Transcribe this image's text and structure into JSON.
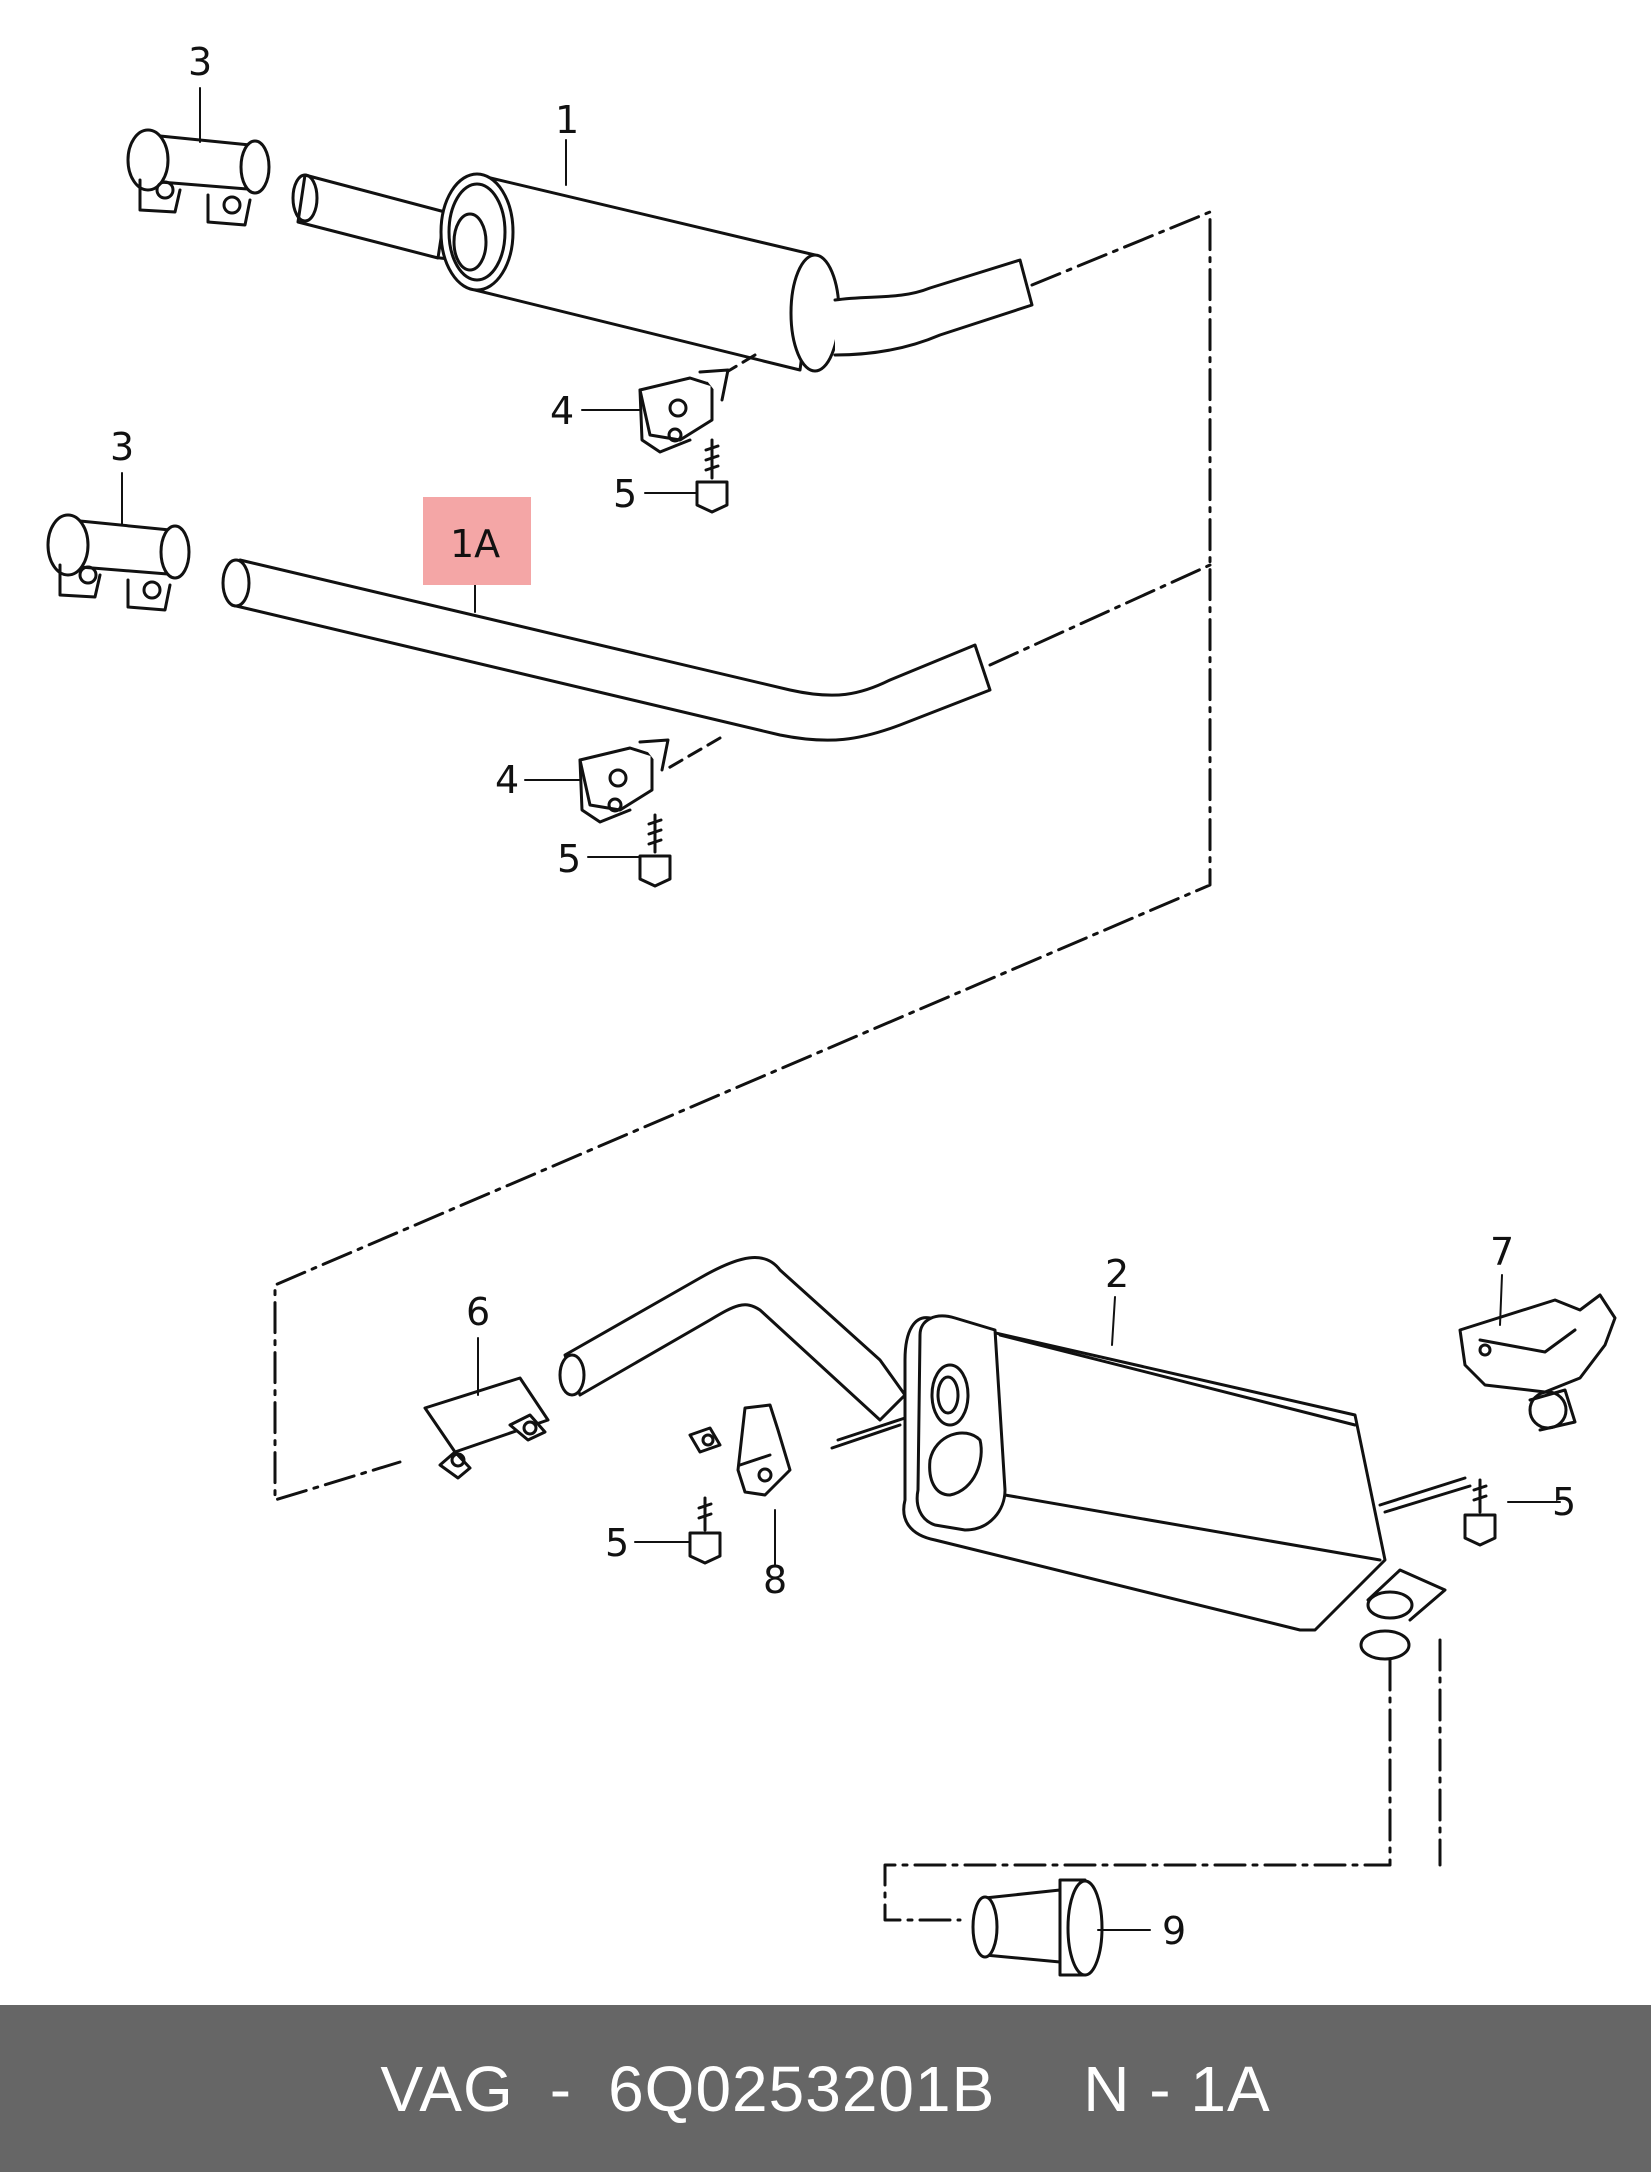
{
  "callouts": {
    "c1": "1",
    "c2": "2",
    "c3a": "3",
    "c3b": "3",
    "c4a": "4",
    "c4b": "4",
    "c5a": "5",
    "c5b": "5",
    "c5c": "5",
    "c5d": "5",
    "c6": "6",
    "c7": "7",
    "c8": "8",
    "c9": "9"
  },
  "highlight": {
    "label": "1A",
    "color": "#f4a6a6"
  },
  "footer": {
    "brand": "VAG",
    "sep1": "-",
    "part_number": "6Q0253201B",
    "position": "N - 1A",
    "background": "#666666"
  }
}
